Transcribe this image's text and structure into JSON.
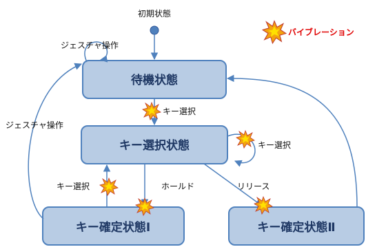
{
  "diagram": {
    "initial_label": "初期状態",
    "states": {
      "idle": "待機状態",
      "key_select": "キー選択状態",
      "confirm1": "キー確定状態Ⅰ",
      "confirm2": "キー確定状態Ⅱ"
    },
    "edge_labels": {
      "gesture_self": "ジェスチャ操作",
      "gesture_back": "ジェスチャ操作",
      "key_select_down": "キー選択",
      "key_select_self": "キー選択",
      "key_select_up": "キー選択",
      "hold": "ホールド",
      "release": "リリース"
    },
    "legend": {
      "label": "バイブレーション",
      "color": "#e00000"
    },
    "colors": {
      "state_fill": "#b8cce4",
      "state_stroke": "#4f81bd",
      "edge": "#4f81bd",
      "burst_outer": "#f2a30f",
      "burst_inner": "#ffe000",
      "burst_edge": "#c0392b"
    }
  }
}
